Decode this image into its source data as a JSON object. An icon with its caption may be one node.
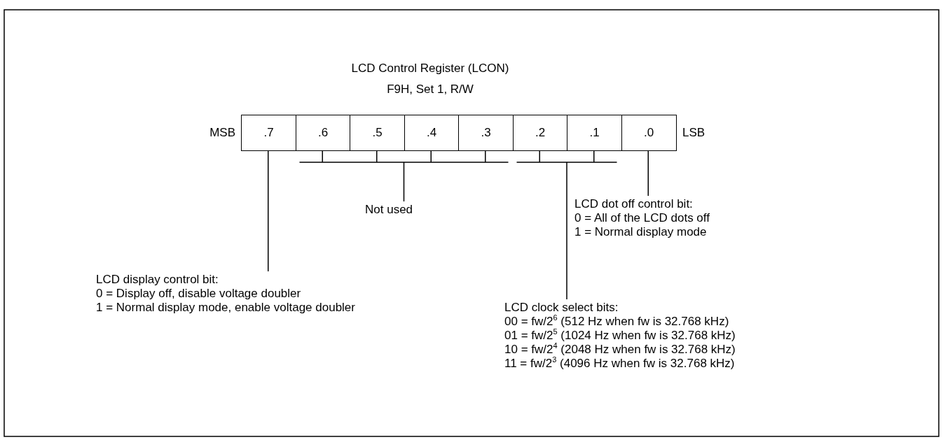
{
  "diagram": {
    "title": "LCD Control Register (LCON)",
    "nodes": [
      {
        "text": [
          ".7"
        ],
        "beside": [
          "MSB"
        ]
      },
      {
        "text": [
          ".6"
        ]
      },
      {
        "text": [
          ".5"
        ]
      },
      {
        "text": [
          ".4"
        ]
      },
      {
        "text": [
          ".3"
        ]
      },
      {
        "text": [
          ".2"
        ]
      },
      {
        "text": [
          ".1"
        ]
      },
      {
        "text": [
          ".0"
        ],
        "beside": [
          "LSB"
        ]
      },
      {
        "text": [
          "Not used"
        ]
      },
      {
        "text": [
          "LCD dot off control bit:",
          "0 = All of the LCD dots off",
          "1 = Normal display mode"
        ]
      },
      {
        "text": [
          "LCD display control bit:",
          "0 = Display off, disable voltage doubler",
          "1 = Normal display mode, enable voltage doubler"
        ]
      },
      {
        "text": [
          "LCD clock select bits:",
          "00 = fw/2$^{6}$ (512 Hz when fw is 32.768 kHz)",
          "01 = fw/2$^{5}$ (1024 Hz when fw is 32.768 kHz)",
          "10 = fw/2$^{4}$ (2048 Hz when fw is 32.768 kHz)",
          "11 = fw/2$^{3}$ (4096 Hz when fw is 32.768 kHz)"
        ]
      }
    ],
    "edges": [
      {
        "from": 10,
        "to": 0,
        "arrow": "none"
      },
      {
        "from": 8,
        "to": 1,
        "arrow": "none"
      },
      {
        "from": 8,
        "to": 2,
        "arrow": "none"
      },
      {
        "from": 8,
        "to": 3,
        "arrow": "none"
      },
      {
        "from": 8,
        "to": 4,
        "arrow": "none"
      },
      {
        "from": 11,
        "to": 5,
        "arrow": "none"
      },
      {
        "from": 11,
        "to": 6,
        "arrow": "none"
      },
      {
        "from": 9,
        "to": 7,
        "arrow": "none"
      }
    ],
    "labels": [
      "F9H, Set 1, R/W"
    ]
  }
}
